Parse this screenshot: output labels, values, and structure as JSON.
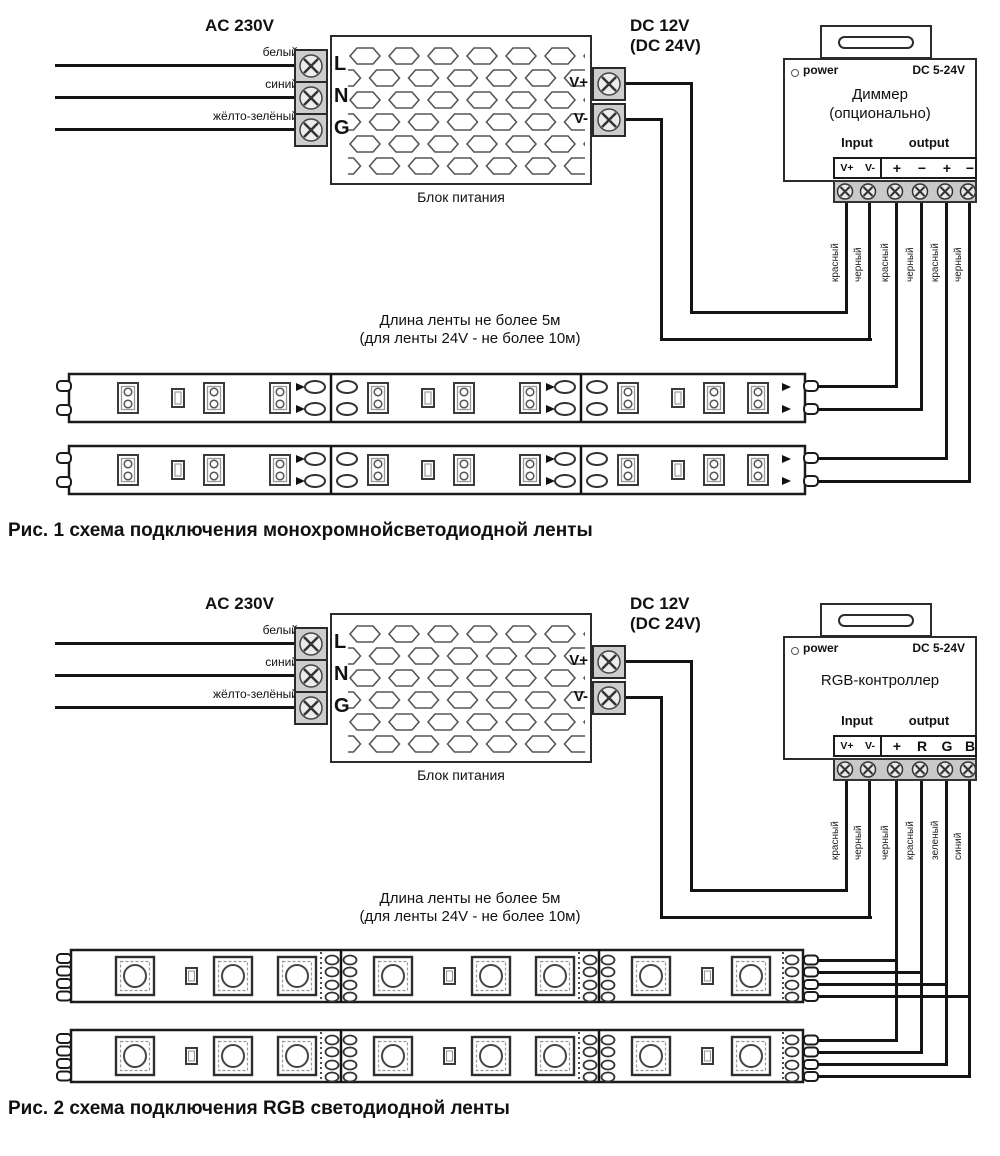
{
  "palette": {
    "line": "#141414",
    "terminal_gray": "#c9c9c9"
  },
  "fig1": {
    "psu": {
      "ac_label": "AC 230V",
      "input_wires": [
        "белый",
        "синий",
        "жёлто-зелёный"
      ],
      "terminals_in": [
        "L",
        "N",
        "G"
      ],
      "terminals_out": [
        "V+",
        "V-"
      ],
      "dc_line1": "DC 12V",
      "dc_line2": "(DC 24V)",
      "name": "Блок питания"
    },
    "controller": {
      "power_label": "power",
      "range_label": "DC 5-24V",
      "title_line1": "Диммер",
      "title_line2": "(опционально)",
      "input_label": "Input",
      "output_label": "output",
      "terminals": [
        "V+",
        "V-",
        "+",
        "−",
        "+",
        "−"
      ],
      "wire_colors": [
        "красный",
        "черный",
        "красный",
        "черный",
        "красный",
        "черный"
      ]
    },
    "note_line1": "Длина ленты не более 5м",
    "note_line2": "(для ленты 24V - не более 10м)",
    "caption": "Рис. 1 схема подключения монохромнойсветодиодной ленты"
  },
  "fig2": {
    "psu": {
      "ac_label": "AC 230V",
      "input_wires": [
        "белый",
        "синий",
        "жёлто-зелёный"
      ],
      "terminals_in": [
        "L",
        "N",
        "G"
      ],
      "terminals_out": [
        "V+",
        "V-"
      ],
      "dc_line1": "DC 12V",
      "dc_line2": "(DC 24V)",
      "name": "Блок питания"
    },
    "controller": {
      "power_label": "power",
      "range_label": "DC 5-24V",
      "title_line1": "RGB-контроллер",
      "title_line2": "",
      "input_label": "Input",
      "output_label": "output",
      "terminals": [
        "V+",
        "V-",
        "+",
        "R",
        "G",
        "B"
      ],
      "wire_colors": [
        "красный",
        "черный",
        "черный",
        "красный",
        "зеленый",
        "синий"
      ]
    },
    "note_line1": "Длина ленты не более 5м",
    "note_line2": "(для ленты 24V - не более 10м)",
    "caption": "Рис. 2 схема подключения RGB светодиодной ленты"
  }
}
